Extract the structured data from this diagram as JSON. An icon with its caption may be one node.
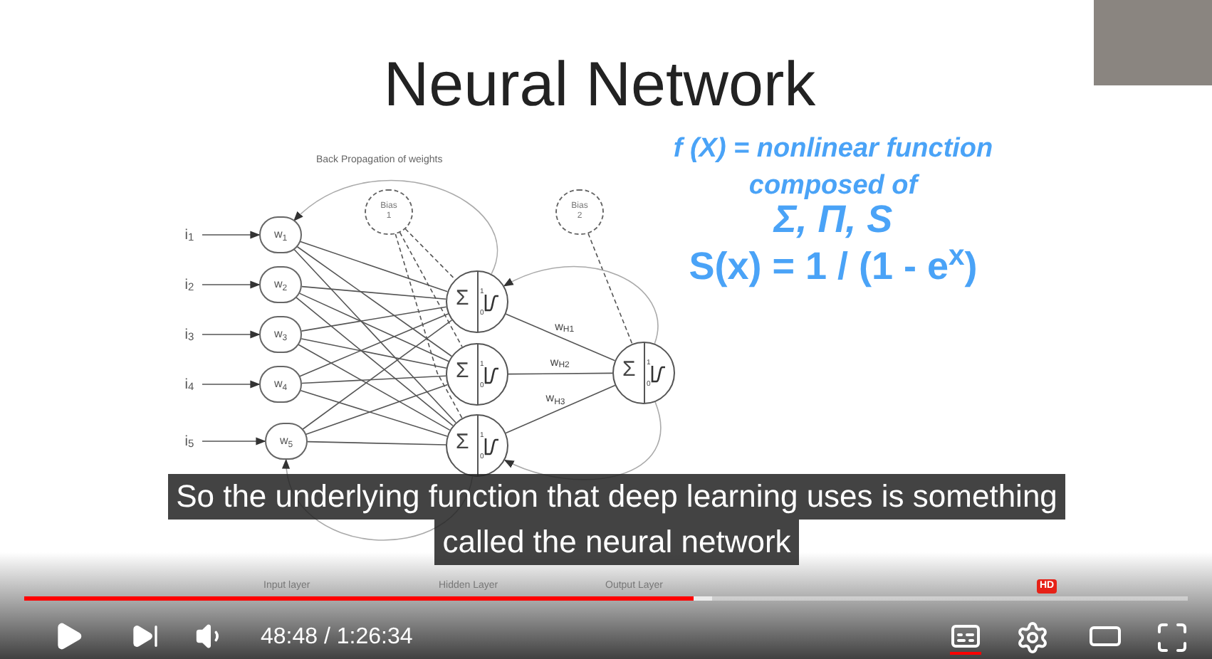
{
  "diagram": {
    "title": "Neural Network",
    "nodes": [
      {
        "text": [
          "i$_{1}$"
        ]
      },
      {
        "text": [
          "i$_{2}$"
        ]
      },
      {
        "text": [
          "i$_{3}$"
        ]
      },
      {
        "text": [
          "i$_{4}$"
        ]
      },
      {
        "text": [
          "i$_{5}$"
        ]
      },
      {
        "text": [
          "w$_{1}$"
        ]
      },
      {
        "text": [
          "w$_{2}$"
        ]
      },
      {
        "text": [
          "w$_{3}$"
        ]
      },
      {
        "text": [
          "w$_{4}$"
        ]
      },
      {
        "text": [
          "w$_{5}$"
        ]
      },
      {
        "text": [
          "Bias 1"
        ]
      },
      {
        "text": [
          "Σ",
          "1",
          "0"
        ]
      },
      {
        "text": [
          "Σ",
          "1",
          "0"
        ]
      },
      {
        "text": [
          "Σ",
          "1",
          "0"
        ]
      },
      {
        "text": [
          "Bias 2"
        ]
      },
      {
        "text": [
          "Σ",
          "1",
          "0"
        ]
      }
    ],
    "edges": [
      {
        "from": 0,
        "to": 5,
        "arrow": "to"
      },
      {
        "from": 1,
        "to": 6,
        "arrow": "to"
      },
      {
        "from": 2,
        "to": 7,
        "arrow": "to"
      },
      {
        "from": 3,
        "to": 8,
        "arrow": "to"
      },
      {
        "from": 4,
        "to": 9,
        "arrow": "to"
      },
      {
        "from": 5,
        "to": 11,
        "arrow": "none"
      },
      {
        "from": 5,
        "to": 12,
        "arrow": "none"
      },
      {
        "from": 5,
        "to": 13,
        "arrow": "none"
      },
      {
        "from": 6,
        "to": 11,
        "arrow": "none"
      },
      {
        "from": 6,
        "to": 12,
        "arrow": "none"
      },
      {
        "from": 6,
        "to": 13,
        "arrow": "none"
      },
      {
        "from": 7,
        "to": 11,
        "arrow": "none"
      },
      {
        "from": 7,
        "to": 12,
        "arrow": "none"
      },
      {
        "from": 7,
        "to": 13,
        "arrow": "none"
      },
      {
        "from": 8,
        "to": 11,
        "arrow": "none"
      },
      {
        "from": 8,
        "to": 12,
        "arrow": "none"
      },
      {
        "from": 8,
        "to": 13,
        "arrow": "none"
      },
      {
        "from": 9,
        "to": 11,
        "arrow": "none"
      },
      {
        "from": 9,
        "to": 12,
        "arrow": "none"
      },
      {
        "from": 9,
        "to": 13,
        "arrow": "none"
      },
      {
        "from": 10,
        "to": 11,
        "arrow": "none",
        "style": "dashed"
      },
      {
        "from": 10,
        "to": 12,
        "arrow": "none",
        "style": "dashed"
      },
      {
        "from": 10,
        "to": 13,
        "arrow": "none",
        "style": "dashed"
      },
      {
        "from": 11,
        "to": 15,
        "arrow": "none",
        "label": "w$_{H1}$"
      },
      {
        "from": 12,
        "to": 15,
        "arrow": "none",
        "label": "w$_{H2}$"
      },
      {
        "from": 13,
        "to": 15,
        "arrow": "none",
        "label": "w$_{H3}$"
      },
      {
        "from": 14,
        "to": 15,
        "arrow": "none",
        "style": "dashed"
      },
      {
        "from": 15,
        "to": 11,
        "arrow": "to",
        "color": "#aaaaaa"
      },
      {
        "from": 11,
        "to": 5,
        "arrow": "to",
        "color": "#aaaaaa"
      },
      {
        "from": 15,
        "to": 13,
        "arrow": "to",
        "color": "#aaaaaa"
      },
      {
        "from": 13,
        "to": 9,
        "arrow": "to",
        "color": "#aaaaaa"
      }
    ],
    "labels": [
      "Back Propagation of weights",
      "f (X) = nonlinear function",
      "composed of",
      "Σ, Π, S",
      "S(x) = 1 / (1 - e$^{x}$)",
      "So the underlying function that deep learning uses is something",
      "called the neural network",
      "Input layer",
      "Hidden Layer",
      "Output Layer",
      "HD",
      "48:48 / 1:26:34"
    ]
  }
}
